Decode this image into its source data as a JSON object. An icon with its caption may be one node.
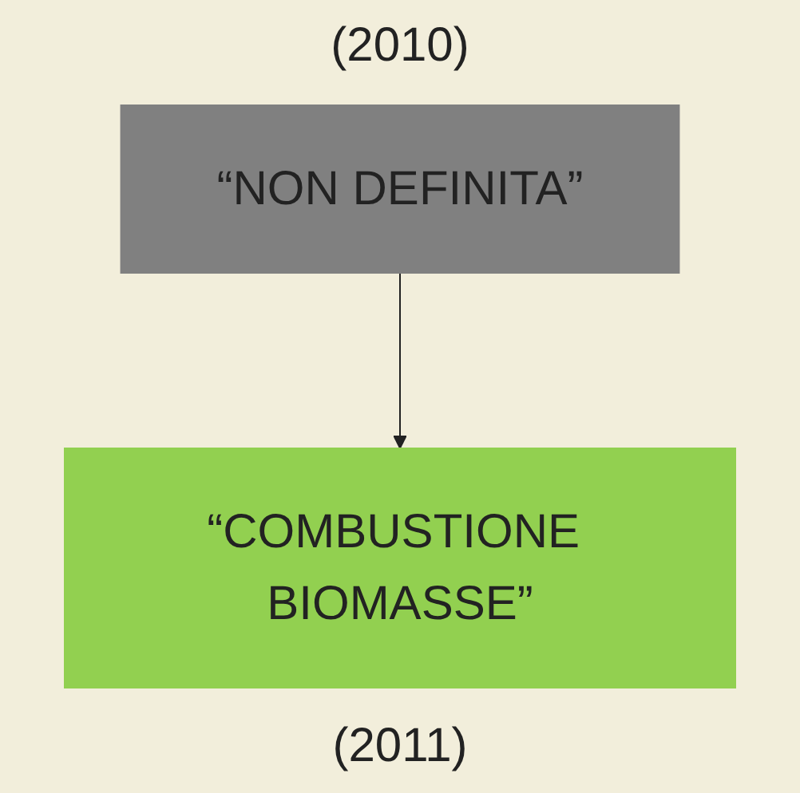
{
  "diagram": {
    "nodes": [
      {
        "text": [
          "“NON DEFINITA”"
        ],
        "beside": [
          "(2010)"
        ]
      },
      {
        "text": [
          "“COMBUSTIONE BIOMASSE”"
        ],
        "beside": [
          "(2011)"
        ]
      }
    ],
    "edges": [
      {
        "from": 0,
        "to": 1,
        "arrow": "to"
      }
    ]
  }
}
